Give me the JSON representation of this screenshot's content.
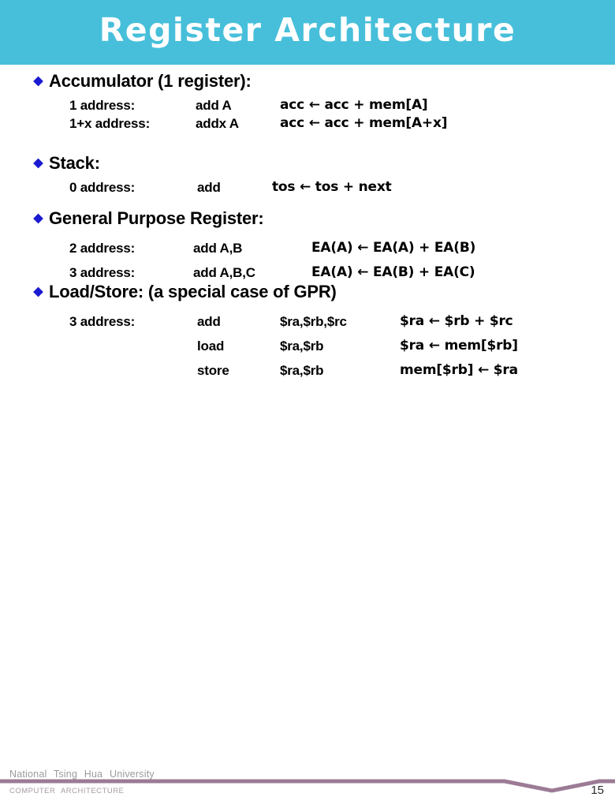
{
  "slide": {
    "title": "Register Architecture",
    "title_band_color": "#47bfda",
    "bullet_color": "#1a1ad0",
    "sections": [
      {
        "heading": "Accumulator (1 register):",
        "rows": [
          {
            "label": "1 address:",
            "op": "add A",
            "value": "acc ← acc + mem[A]"
          },
          {
            "label": "1+x address:",
            "op": "addx A",
            "value": "acc ← acc + mem[A+x]"
          }
        ]
      },
      {
        "heading": "Stack:",
        "rows": [
          {
            "label": "0 address:",
            "op": "add",
            "value": "tos ←  tos + next"
          }
        ]
      },
      {
        "heading": "General Purpose Register:",
        "rows": [
          {
            "label": "2 address:",
            "op": "add A,B",
            "value": "EA(A) ← EA(A) + EA(B)"
          },
          {
            "label": "3 address:",
            "op": "add A,B,C",
            "value": "EA(A) ← EA(B) + EA(C)"
          }
        ]
      },
      {
        "heading": "Load/Store: (a special case of GPR)",
        "rows": [
          {
            "label": "3 address:",
            "op": "add",
            "args": "$ra,$rb,$rc",
            "value": "$ra ← $rb + $rc"
          },
          {
            "label": "",
            "op": "load",
            "args": "$ra,$rb",
            "value": "$ra ← mem[$rb]"
          },
          {
            "label": "",
            "op": "store",
            "args": "$ra,$rb",
            "value": "mem[$rb] ← $ra"
          }
        ]
      }
    ]
  },
  "footer": {
    "university": "National Tsing Hua University",
    "department": "COMPUTER ARCHITECTURE",
    "page_number": "15",
    "rule_color": "#9c7b96"
  }
}
